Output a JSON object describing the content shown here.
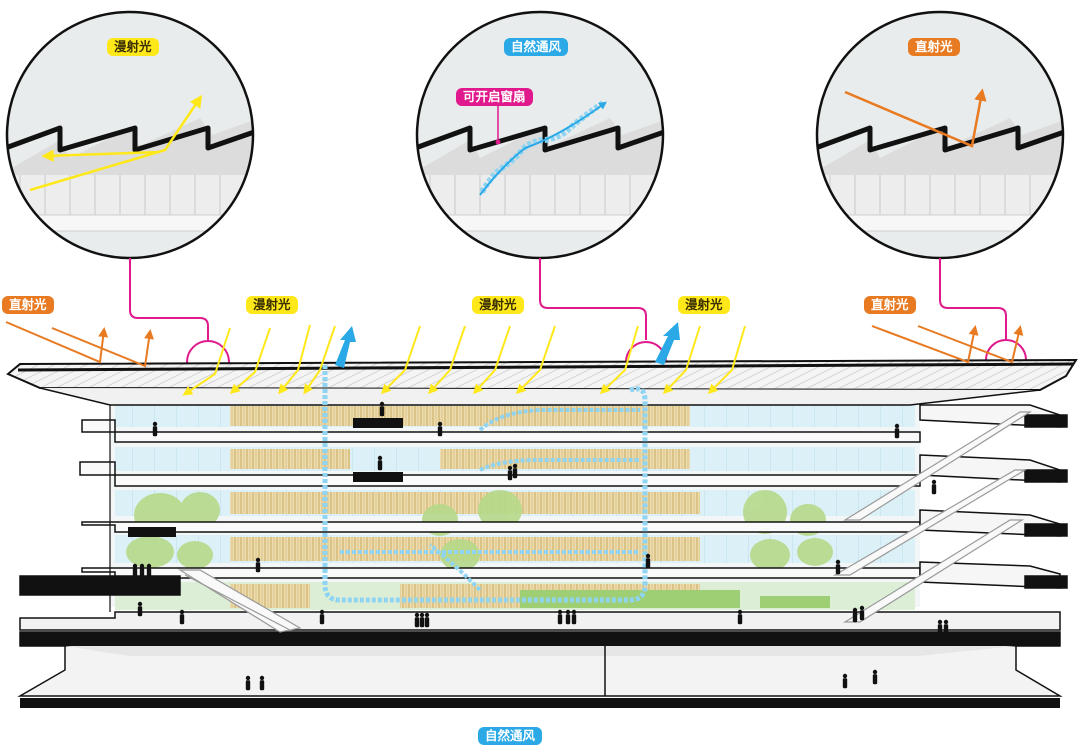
{
  "labels": {
    "zoom_left": "漫射光",
    "zoom_center": "自然通风",
    "zoom_center_callout": "可开启窗扇",
    "zoom_right": "直射光",
    "section_direct_left": "直射光",
    "section_diffuse_1": "漫射光",
    "section_diffuse_2": "漫射光",
    "section_diffuse_3": "漫射光",
    "section_direct_right": "直射光",
    "caption_bottom": "自然通风"
  },
  "colors": {
    "diffuse_light": "#ffe81a",
    "direct_light": "#e87a22",
    "natural_ventilation": "#2aa9e6",
    "callout": "#e0198c",
    "structure": "#111111",
    "glass": "#d9eef7",
    "timber_screen": "#e9d6a4",
    "tree": "#b6d98a"
  },
  "icons": {
    "light_arrow": "arrow",
    "airflow": "wavy-arrow",
    "people": "person-silhouette"
  }
}
